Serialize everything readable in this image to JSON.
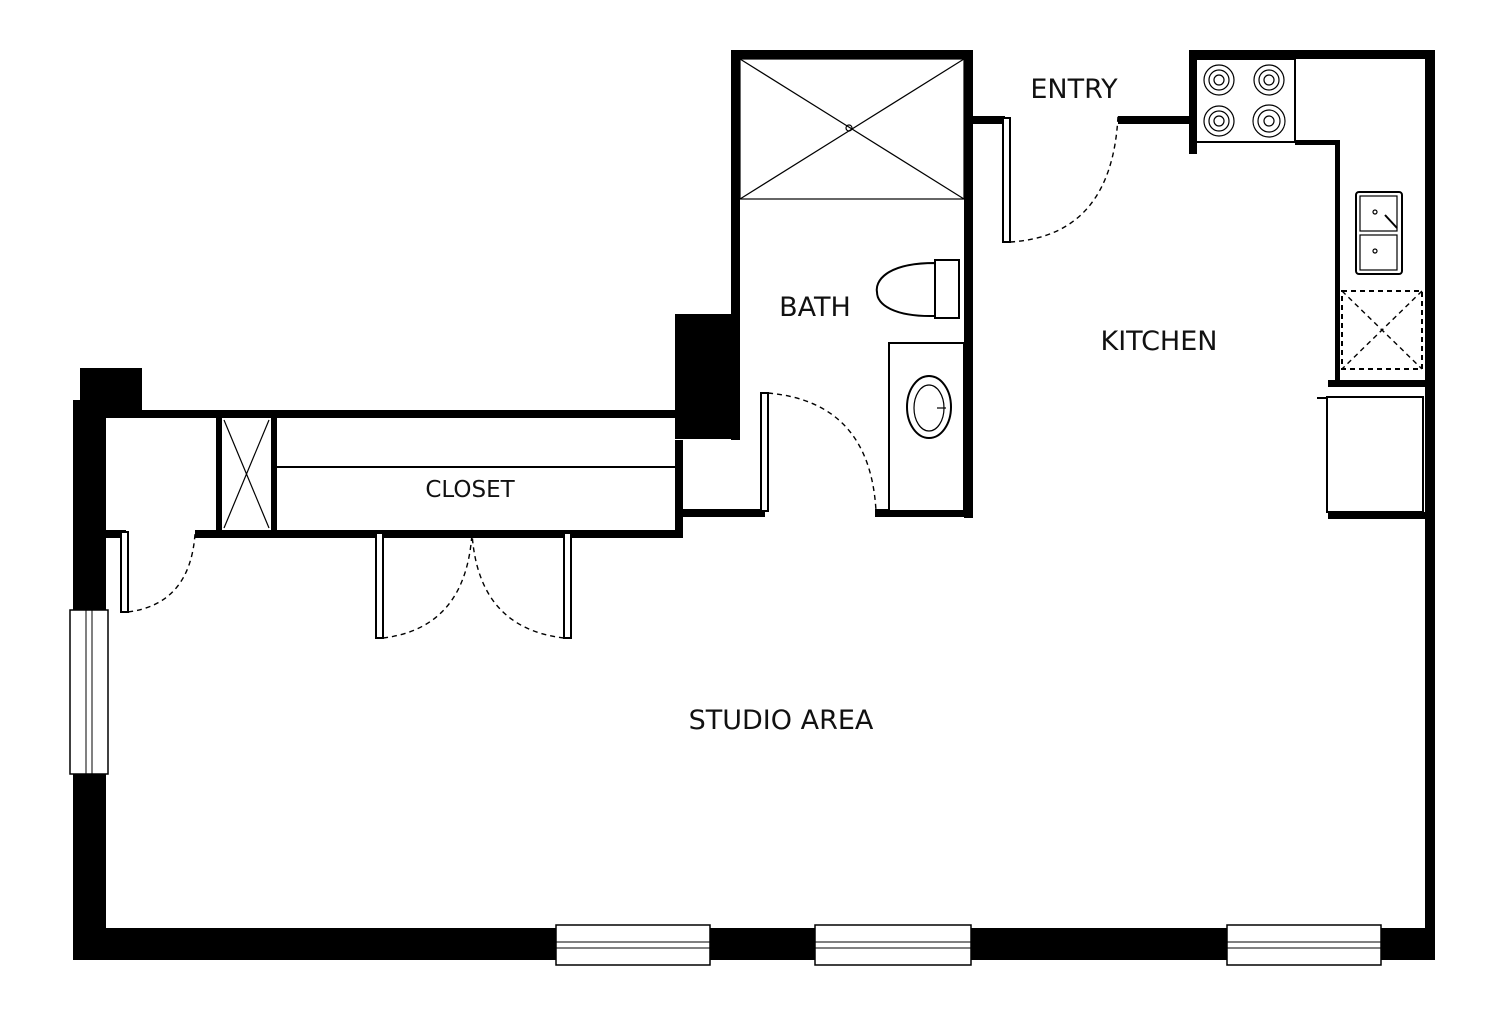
{
  "rooms": {
    "entry": "ENTRY",
    "bath": "BATH",
    "kitchen": "KITCHEN",
    "closet": "CLOSET",
    "studio": "STUDIO AREA"
  },
  "colors": {
    "wall": "#000000",
    "background": "#ffffff"
  }
}
